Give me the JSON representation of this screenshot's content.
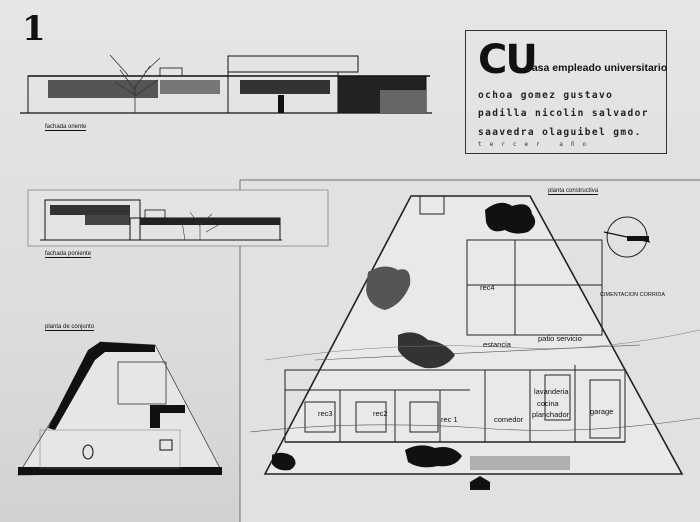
{
  "sheet": {
    "number": "1",
    "logo": "CU",
    "project_title": "casa empleado universitario",
    "authors": [
      "ochoa gomez gustavo",
      "padilla nicolin salvador",
      "saavedra olaguibel gmo."
    ],
    "semester": "tercer año"
  },
  "labels": {
    "fachada_oriente": "fachada oriente",
    "fachada_poniente": "fachada poniente",
    "planta_conjunto": "planta de conjunto",
    "planta_constructiva": "planta constructiva",
    "cimentacion": "CIMENTACION CORRIDA"
  },
  "rooms": {
    "rec4": "rec4",
    "estancia": "estancia",
    "patio_servicio": "patio servicio",
    "rec3": "rec3",
    "rec2": "rec2",
    "rec1": "rec 1",
    "comedor": "comedor",
    "lavanderia": "lavanderia",
    "cocina": "cocina",
    "planchador": "planchador",
    "garage": "garage"
  }
}
